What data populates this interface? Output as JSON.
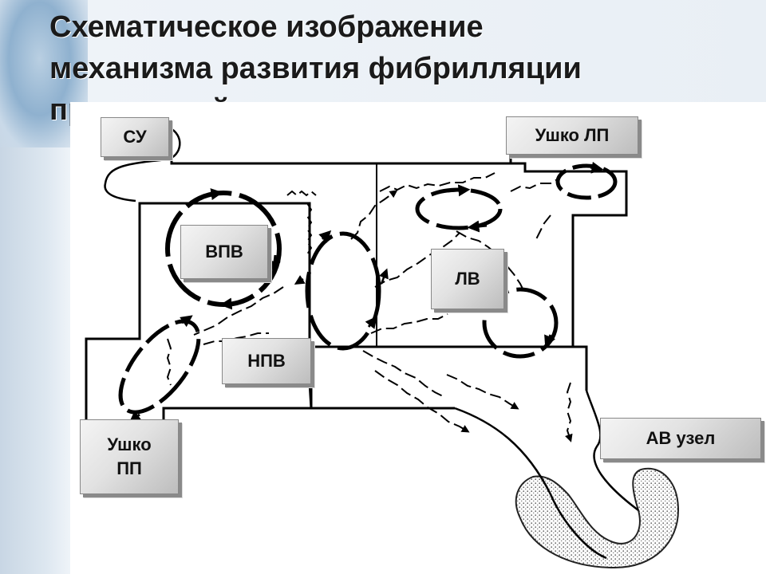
{
  "title": {
    "line1": "Схематическое изображение",
    "line2": "механизма развития фибрилляции",
    "line3": "предсердий"
  },
  "labels": {
    "su": "СУ",
    "lp_appendage": "Ушко ЛП",
    "vpv": "ВПВ",
    "lv": "ЛВ",
    "npv": "НПВ",
    "pp_appendage": "Ушко\nПП",
    "av_node": "АВ узел"
  }
}
